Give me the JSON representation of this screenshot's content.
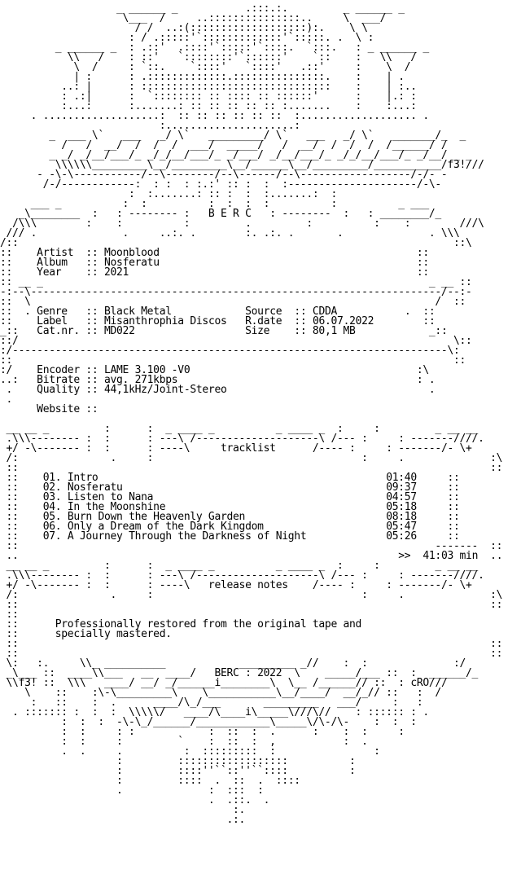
{
  "release": {
    "group": "B E R C",
    "artist_label": "Artist",
    "artist": "Moonblood",
    "album_label": "Album",
    "album": "Nosferatu",
    "year_label": "Year",
    "year": "2021",
    "genre_label": "Genre",
    "genre": "Black Metal",
    "label_label": "Label",
    "label": "Misanthrophia Discos",
    "catnr_label": "Cat.nr.",
    "catnr": "MD022",
    "source_label": "Source",
    "source": "CDDA",
    "rdate_label": "R.date",
    "rdate": "06.07.2022",
    "size_label": "Size",
    "size": "80,1 MB",
    "encoder_label": "Encoder",
    "encoder": "LAME 3.100 -V0",
    "bitrate_label": "Bitrate",
    "bitrate": "avg. 271kbps",
    "quality_label": "Quality",
    "quality": "44,1kHz/Joint-Stereo",
    "website_label": "Website"
  },
  "tracklist": {
    "heading": "tracklist",
    "tracks": [
      {
        "num": "01.",
        "title": "Intro",
        "time": "01:40"
      },
      {
        "num": "02.",
        "title": "Nosferatu",
        "time": "09:37"
      },
      {
        "num": "03.",
        "title": "Listen to Nana",
        "time": "04:57"
      },
      {
        "num": "04.",
        "title": "In the Moonshine",
        "time": "05:18"
      },
      {
        "num": "05.",
        "title": "Burn Down the Heavenly Garden",
        "time": "08:18"
      },
      {
        "num": "06.",
        "title": "Only a Dream of the Dark Kingdom",
        "time": "05:47"
      },
      {
        "num": "07.",
        "title": "A Journey Through the Darkness of Night",
        "time": "05:26"
      }
    ],
    "total_marker": ">>",
    "total": "41:03 min"
  },
  "notes": {
    "heading": "release notes",
    "line1": "Professionally restored from the original tape and",
    "line2": "specially mastered."
  },
  "footer": {
    "credit": "BERC : 2022",
    "tag_left": "f3!",
    "tag_right": "cRO",
    "tag_top": "f3!"
  }
}
